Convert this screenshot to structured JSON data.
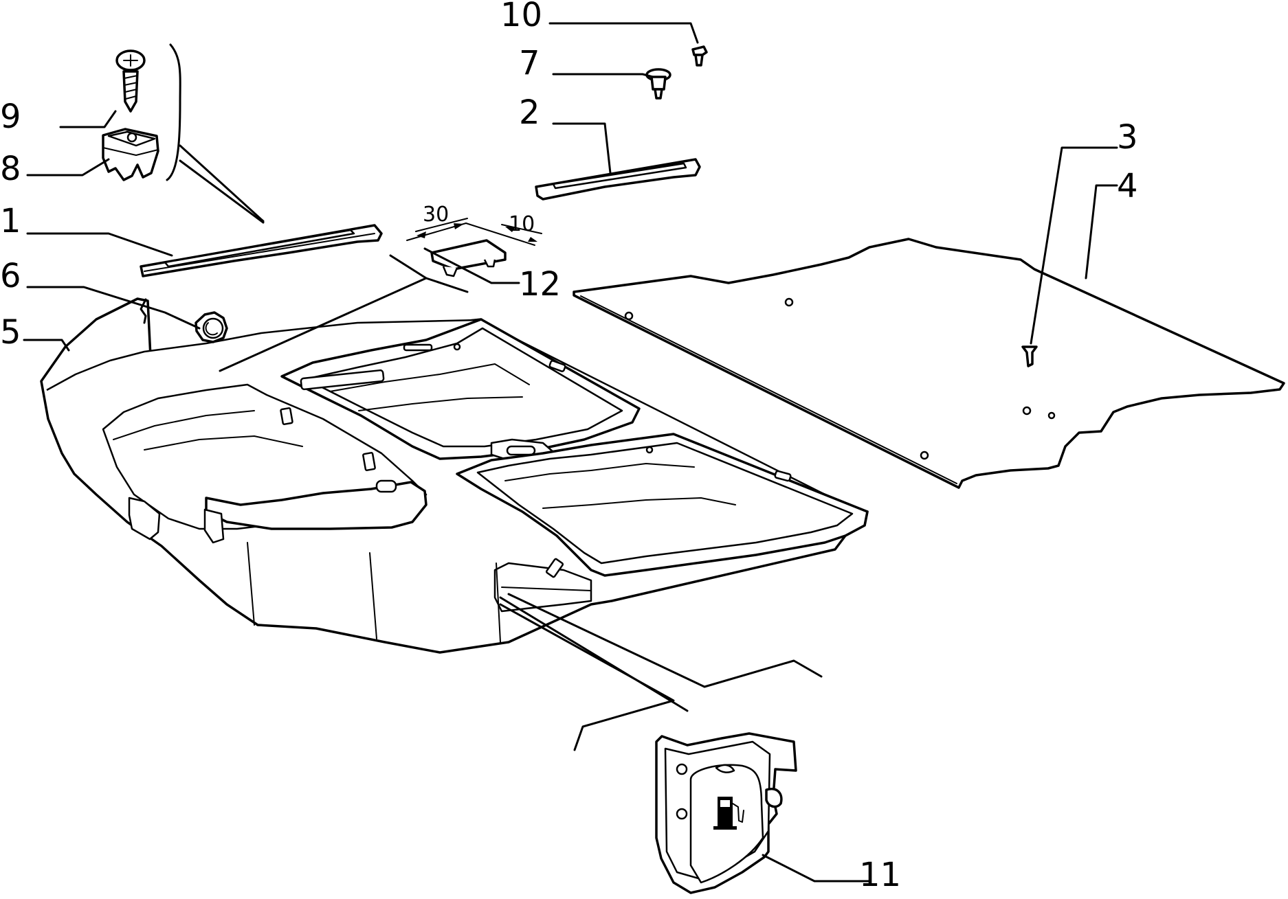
{
  "labels": {
    "p1": "1",
    "p2": "2",
    "p3": "3",
    "p4": "4",
    "p5": "5",
    "p6": "6",
    "p7": "7",
    "p8": "8",
    "p9": "9",
    "p10": "10",
    "p11": "11",
    "p12": "12"
  },
  "dimensions": {
    "width": "30",
    "offset": "10"
  }
}
